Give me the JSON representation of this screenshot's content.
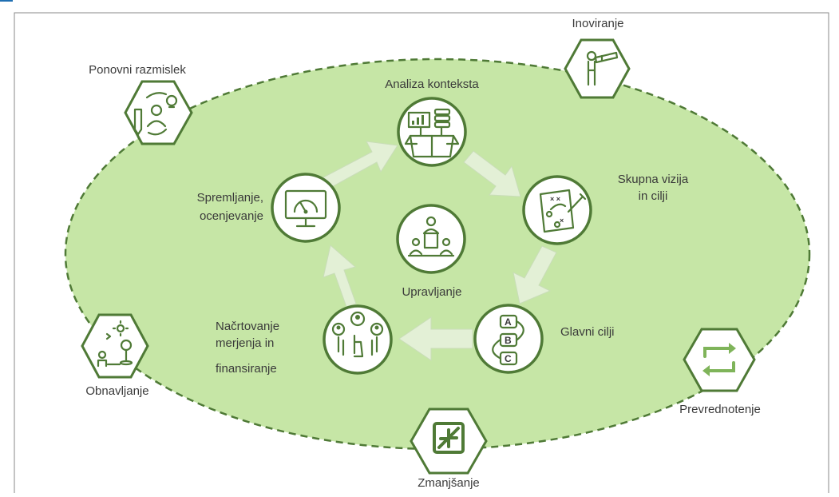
{
  "center": {
    "label": "Upravljanje"
  },
  "cycle": {
    "analysis": {
      "label": "Analiza konteksta"
    },
    "vision": {
      "line1": "Skupna vizija",
      "line2": "in cilji"
    },
    "main_goals": {
      "label": "Glavni cilji"
    },
    "planning": {
      "line1": "Načrtovanje",
      "line2": "merjenja in",
      "line3": "finansiranje"
    },
    "monitoring": {
      "line1": "Spremljanje,",
      "line2": "ocenjevanje"
    }
  },
  "strategies": {
    "rethink": {
      "label": "Ponovni razmislek"
    },
    "innovate": {
      "label": "Inoviranje"
    },
    "regenerate": {
      "label": "Obnavljanje"
    },
    "revalue": {
      "label": "Prevrednotenje"
    },
    "reduce": {
      "label": "Zmanjšanje"
    }
  },
  "colors": {
    "ellipse_fill": "#c6e6a6",
    "accent_green": "#4f7a36",
    "arrow_fill": "#e3f0d6",
    "top_line": "#1f6fb2"
  }
}
